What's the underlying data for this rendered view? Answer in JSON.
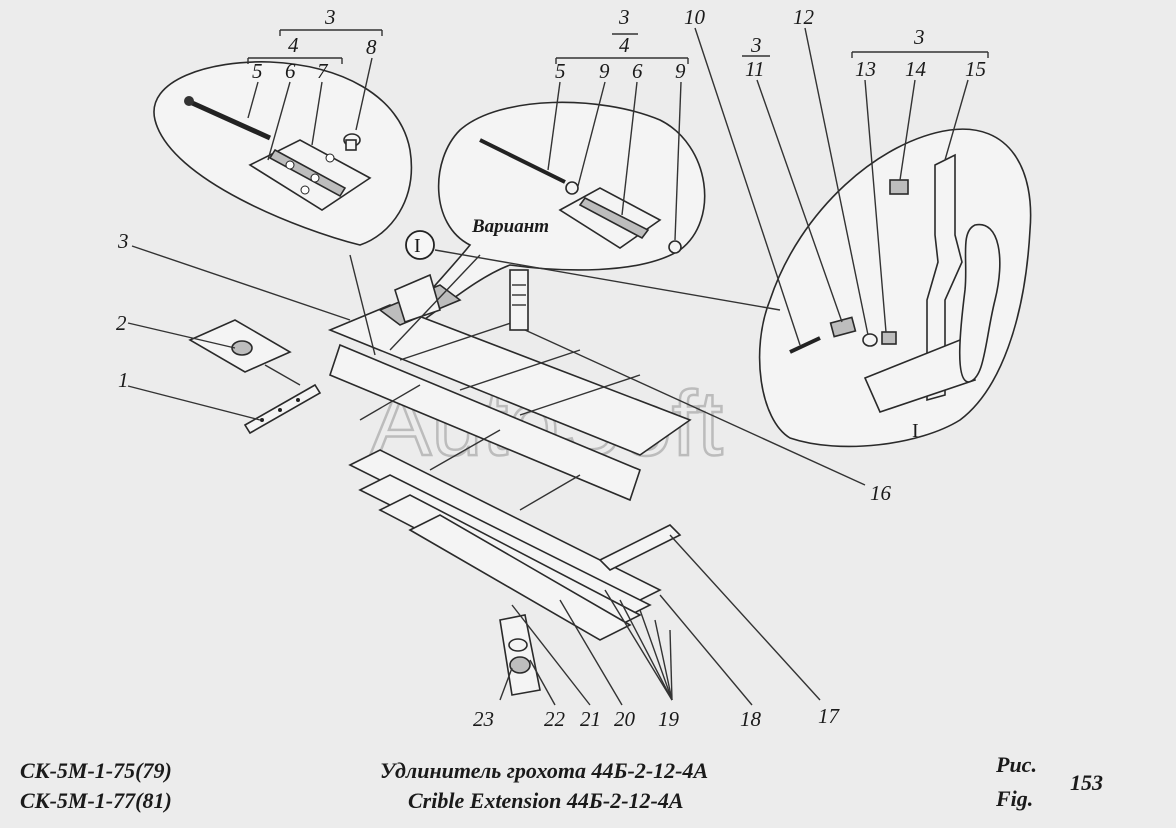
{
  "callout_numbers": {
    "n1": "1",
    "n2": "2",
    "n3": "3",
    "n4": "4",
    "n5": "5",
    "n6": "6",
    "n7": "7",
    "n8": "8",
    "n9": "9",
    "n10": "10",
    "n11": "11",
    "n12": "12",
    "n13": "13",
    "n14": "14",
    "n15": "15",
    "n16": "16",
    "n17": "17",
    "n18": "18",
    "n19": "19",
    "n20": "20",
    "n21": "21",
    "n22": "22",
    "n23": "23"
  },
  "detail_marker": "I",
  "variant_label": "Вариант",
  "watermark": "AutoSoft",
  "footer": {
    "model_line_1": "СК-5М-1-75(79)",
    "model_line_2": "СК-5М-1-77(81)",
    "title_ru": "Удлинитель грохота 44Б-2-12-4А",
    "title_en": "Crible Extension 44Б-2-12-4А",
    "fig_ru": "Рис.",
    "fig_en": "Fig.",
    "fig_number": "153"
  }
}
